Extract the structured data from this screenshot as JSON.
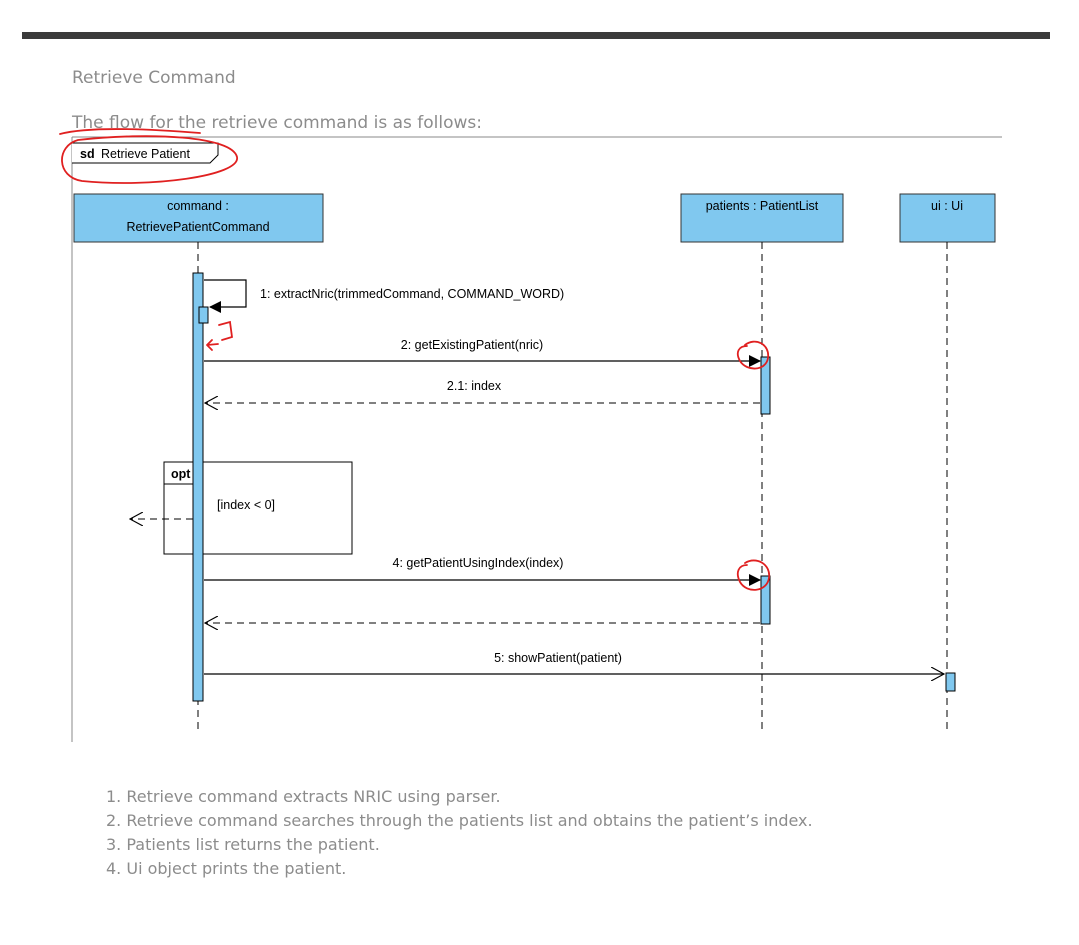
{
  "section": {
    "title": "Retrieve Command",
    "intro": "The flow for the retrieve command is as follows:"
  },
  "diagram": {
    "frame_keyword": "sd",
    "frame_title": "Retrieve Patient",
    "participants": [
      {
        "line1": "command :",
        "line2": "RetrievePatientCommand"
      },
      {
        "line1": "patients : PatientList"
      },
      {
        "line1": "ui : Ui"
      }
    ],
    "messages": {
      "m1": "1: extractNric(trimmedCommand, COMMAND_WORD)",
      "m2": "2: getExistingPatient(nric)",
      "m21": "2.1: index",
      "m4": "4: getPatientUsingIndex(index)",
      "m5": "5: showPatient(patient)"
    },
    "opt_fragment": {
      "keyword": "opt",
      "guard": "[index < 0]"
    },
    "annotation_color": "#e02020",
    "lifeline_fill": "#80c8ef"
  },
  "steps": [
    "1. Retrieve command extracts NRIC using parser.",
    "2. Retrieve command searches through the patients list and obtains the patient’s index.",
    "3. Patients list returns the patient.",
    "4. Ui object prints the patient."
  ]
}
